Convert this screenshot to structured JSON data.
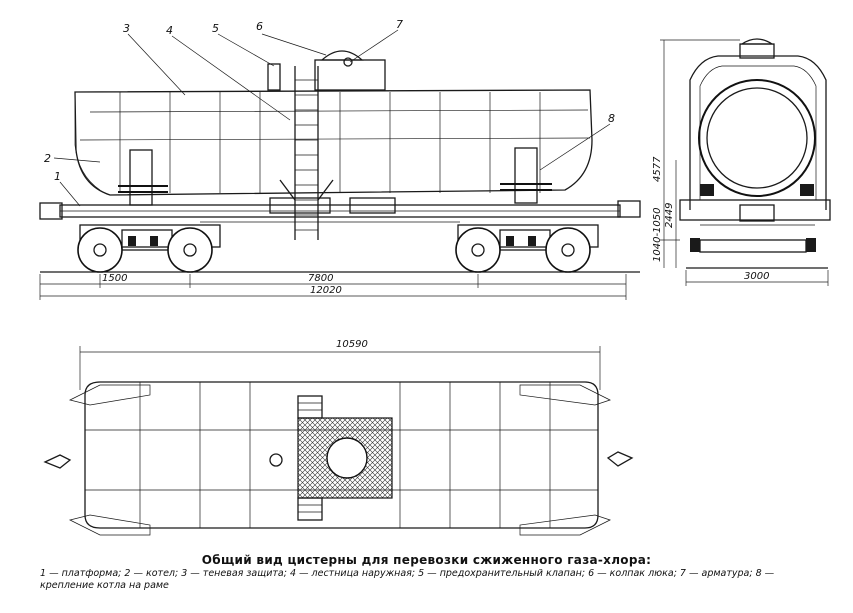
{
  "labels": {
    "l1": "1",
    "l2": "2",
    "l3": "3",
    "l4": "4",
    "l5": "5",
    "l6": "6",
    "l7": "7",
    "l8": "8"
  },
  "dimensions": {
    "d1500": "1500",
    "d7800": "7800",
    "d12020": "12020",
    "d10590": "10590",
    "d4577": "4577",
    "d2449": "2449",
    "d1040": "1040-1050",
    "d3000": "3000"
  },
  "caption": {
    "title": "Общий вид цистерны для перевозки сжиженного газа-хлора:",
    "legend": "1 — платформа; 2 — котел; 3 — теневая защита; 4 — лестница наружная; 5 — предохранительный клапан; 6 — колпак люка; 7 — арматура; 8 — крепление котла на раме"
  }
}
